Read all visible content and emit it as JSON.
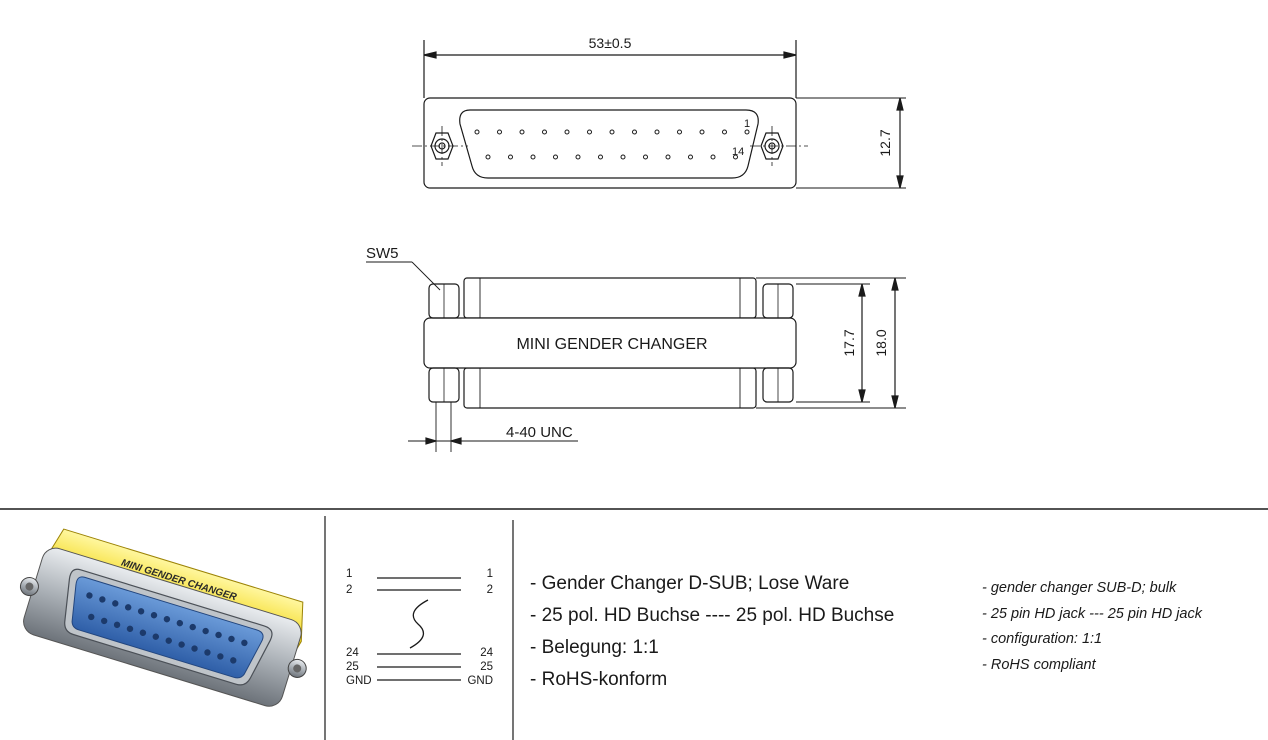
{
  "top_view": {
    "width_dim": "53±0.5",
    "height_dim": "12.7",
    "pin_first": "1",
    "pin_second_row": "14"
  },
  "side_view": {
    "nut_label": "SW5",
    "body_label": "MINI GENDER CHANGER",
    "height_inner": "17.7",
    "height_outer": "18.0",
    "thread_label": "4-40 UNC"
  },
  "photo": {
    "label_text": "MINI GENDER CHANGER"
  },
  "wiring": {
    "left_labels": [
      "1",
      "2",
      "24",
      "25",
      "GND"
    ],
    "right_labels": [
      "1",
      "2",
      "24",
      "25",
      "GND"
    ]
  },
  "description_de": [
    "- Gender Changer D-SUB; Lose Ware",
    "- 25 pol. HD Buchse ---- 25 pol. HD Buchse",
    "- Belegung:   1:1",
    "- RoHS-konform"
  ],
  "description_en": [
    "- gender changer SUB-D; bulk",
    "- 25 pin HD jack --- 25 pin HD jack",
    "- configuration:  1:1",
    "- RoHS compliant"
  ]
}
